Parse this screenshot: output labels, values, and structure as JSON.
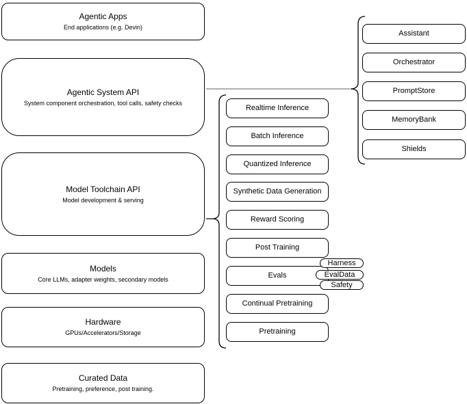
{
  "diagram": {
    "left_stack": [
      {
        "title": "Agentic Apps",
        "subtitle": "End applications (e.g. Devin)"
      },
      {
        "title": "Agentic System API",
        "subtitle": "System component orchestration, tool calls, safety checks"
      },
      {
        "title": "Model Toolchain API",
        "subtitle": "Model development & serving"
      },
      {
        "title": "Models",
        "subtitle": "Core LLMs, adapter weights, secondary models"
      },
      {
        "title": "Hardware",
        "subtitle": "GPUs/Accelerators/Storage"
      },
      {
        "title": "Curated Data",
        "subtitle": "Pretraining, preference, post training."
      }
    ],
    "toolchain_components": [
      "Realtime Inference",
      "Batch Inference",
      "Quantized Inference",
      "Synthetic Data Generation",
      "Reward Scoring",
      "Post Training",
      "Evals",
      "Continual Pretraining",
      "Pretraining"
    ],
    "evals_tags": [
      "Harness",
      "EvalData",
      "Safety"
    ],
    "system_components": [
      "Assistant",
      "Orchestrator",
      "PromptStore",
      "MemoryBank",
      "Shields"
    ],
    "colors": {
      "stroke": "#000000",
      "background": "#ffffff",
      "connector": "#808080"
    }
  }
}
